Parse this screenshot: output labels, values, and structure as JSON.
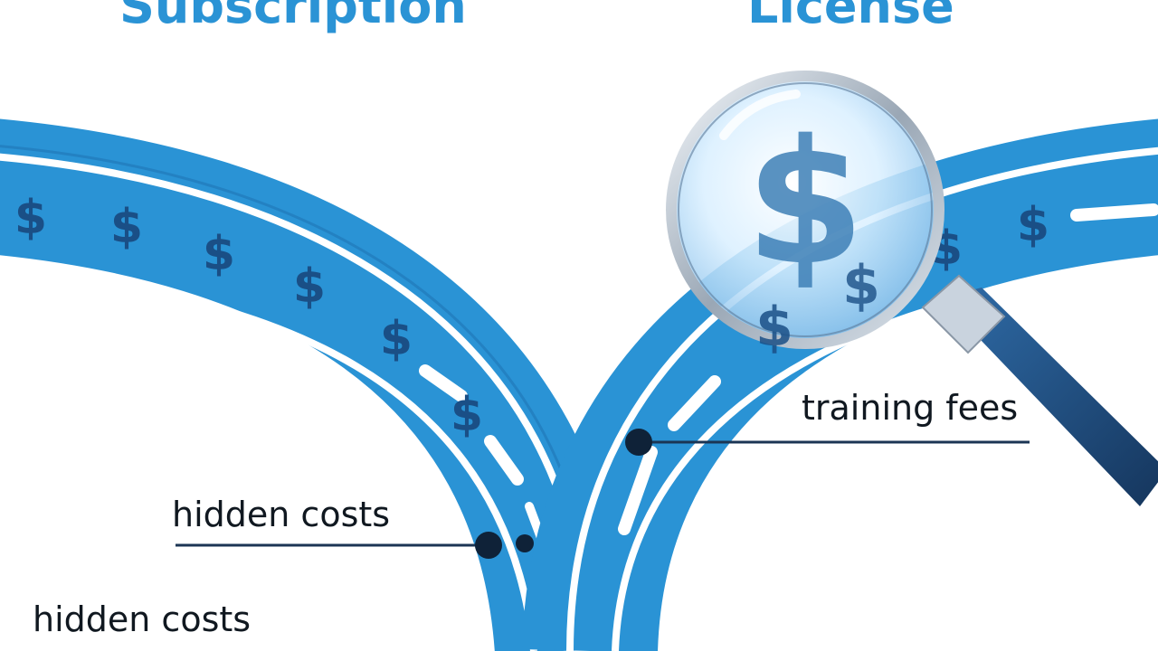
{
  "titles": {
    "left": "Subscription",
    "right": "License"
  },
  "callouts": {
    "hidden_costs_1": "hidden costs",
    "training_fees": "training fees",
    "hidden_costs_2": "hidden costs"
  },
  "road_symbols": {
    "dollar": "$"
  },
  "colors": {
    "road_blue": "#2a93d5",
    "road_stripe": "#ffffff",
    "dollar_navy": "#1a4f86",
    "title_blue": "#2a93d5",
    "callout_line": "#1b3554",
    "magnifier_handle": "#1d4a7a"
  },
  "icons": [
    "dollar-sign-icon",
    "magnifying-glass-icon"
  ]
}
